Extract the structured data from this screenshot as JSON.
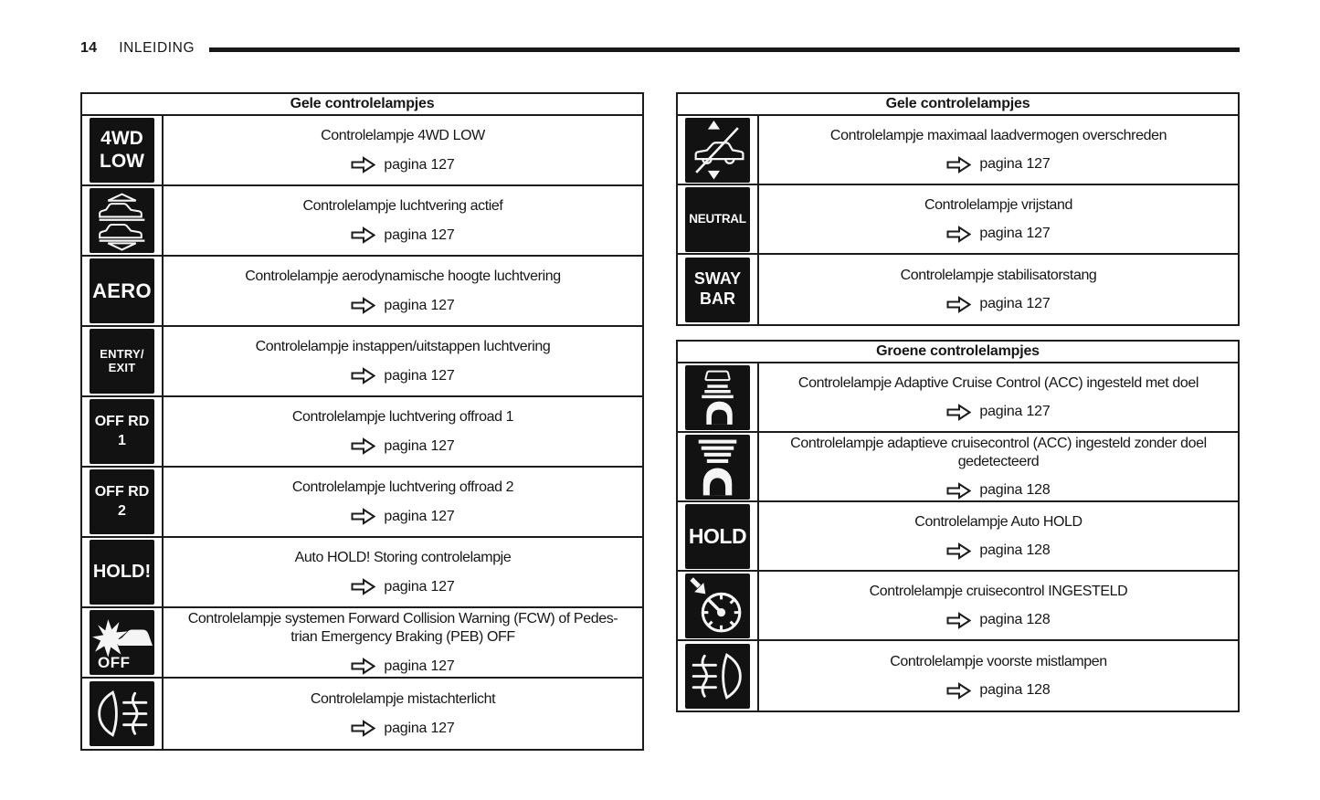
{
  "header": {
    "page_number": "14",
    "section_title": "INLEIDING"
  },
  "tables": [
    {
      "title": "Gele controlelampjes",
      "rows": [
        {
          "icon": "4wd-low-indicator-icon",
          "icon_lines": [
            "4WD",
            "LOW"
          ],
          "label": "Controlelampje 4WD LOW",
          "page_ref": "pagina 127"
        },
        {
          "icon": "air-suspension-active-indicator-icon",
          "label": "Controlelampje luchtvering actief",
          "page_ref": "pagina 127"
        },
        {
          "icon": "aero-height-indicator-icon",
          "icon_lines": [
            "AERO"
          ],
          "label": "Controlelampje aerodynamische hoogte luchtvering",
          "page_ref": "pagina 127"
        },
        {
          "icon": "entry-exit-height-indicator-icon",
          "icon_lines": [
            "ENTRY/",
            "EXIT"
          ],
          "label": "Controlelampje instappen/uitstappen luchtvering",
          "page_ref": "pagina 127"
        },
        {
          "icon": "offroad-1-indicator-icon",
          "icon_lines": [
            "OFF RD",
            "1"
          ],
          "label": "Controlelampje luchtvering offroad 1",
          "page_ref": "pagina 127"
        },
        {
          "icon": "offroad-2-indicator-icon",
          "icon_lines": [
            "OFF RD",
            "2"
          ],
          "label": "Controlelampje luchtvering offroad 2",
          "page_ref": "pagina 127"
        },
        {
          "icon": "auto-hold-fault-indicator-icon",
          "icon_lines": [
            "HOLD!"
          ],
          "label": "Auto HOLD! Storing controlelampje",
          "page_ref": "pagina 127"
        },
        {
          "icon": "fcw-peb-off-indicator-icon",
          "icon_caption": "OFF",
          "label_lines": [
            "Controlelampje systemen Forward Collision Warning (FCW) of Pedes-",
            "trian Emergency Braking (PEB) OFF"
          ],
          "page_ref": "pagina 127"
        },
        {
          "icon": "rear-fog-light-indicator-icon",
          "label": "Controlelampje mistachterlicht",
          "page_ref": "pagina 127"
        }
      ]
    },
    {
      "title": "Gele controlelampjes",
      "rows": [
        {
          "icon": "max-load-exceeded-indicator-icon",
          "label": "Controlelampje maximaal laadvermogen overschreden",
          "page_ref": "pagina 127"
        },
        {
          "icon": "neutral-indicator-icon",
          "icon_lines": [
            "NEUTRAL"
          ],
          "label": "Controlelampje vrijstand",
          "page_ref": "pagina 127"
        },
        {
          "icon": "sway-bar-indicator-icon",
          "icon_lines": [
            "SWAY",
            "BAR"
          ],
          "label": "Controlelampje stabilisatorstang",
          "page_ref": "pagina 127"
        }
      ]
    },
    {
      "title": "Groene controlelampjes",
      "rows": [
        {
          "icon": "acc-set-with-target-indicator-icon",
          "label": "Controlelampje Adaptive Cruise Control (ACC) ingesteld met doel",
          "page_ref": "pagina 127"
        },
        {
          "icon": "acc-set-no-target-indicator-icon",
          "label_lines": [
            "Controlelampje adaptieve cruisecontrol (ACC) ingesteld zonder doel",
            "gedetecteerd"
          ],
          "page_ref": "pagina 128"
        },
        {
          "icon": "auto-hold-indicator-icon",
          "icon_lines": [
            "HOLD"
          ],
          "label": "Controlelampje Auto HOLD",
          "page_ref": "pagina 128"
        },
        {
          "icon": "cruise-control-set-indicator-icon",
          "label": "Controlelampje cruisecontrol INGESTELD",
          "page_ref": "pagina 128"
        },
        {
          "icon": "front-fog-lights-indicator-icon",
          "label": "Controlelampje voorste mistlampen",
          "page_ref": "pagina 128"
        }
      ]
    }
  ]
}
